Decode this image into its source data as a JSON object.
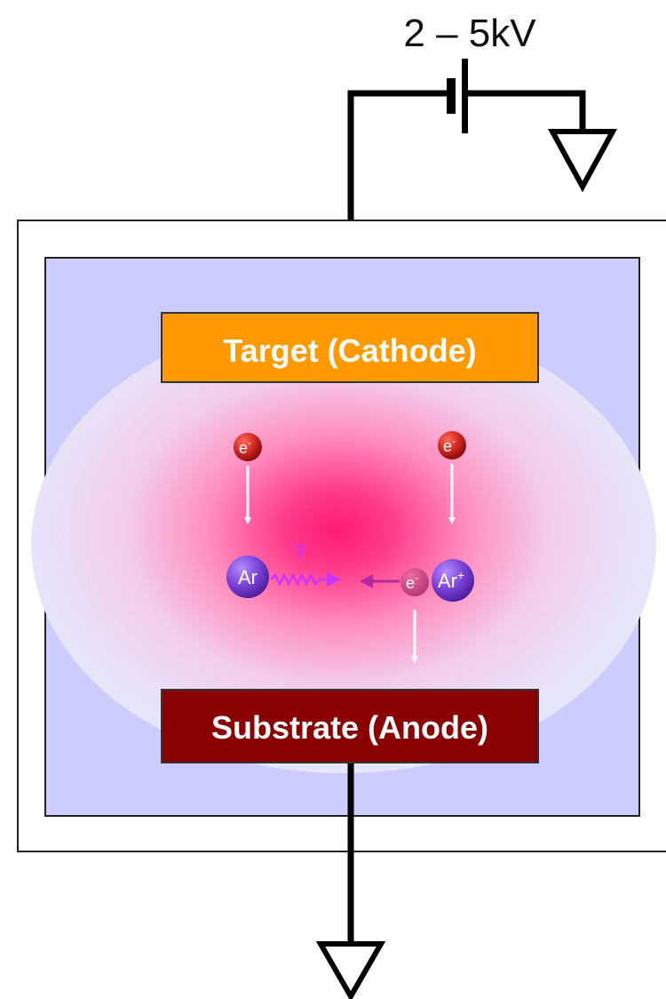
{
  "voltage": {
    "label": "2 – 5kV"
  },
  "target": {
    "label": "Target (Cathode)"
  },
  "substrate": {
    "label": "Substrate (Anode)"
  },
  "particles": {
    "electron": {
      "symbol": "e",
      "charge": "-"
    },
    "argon": {
      "symbol": "Ar"
    },
    "argon_ion": {
      "symbol": "Ar",
      "charge": "+"
    },
    "photon": {
      "symbol": "γ"
    }
  },
  "colors": {
    "target_fill": "#ff9900",
    "substrate_fill": "#8b0000",
    "chamber_inner": "#ccccff",
    "plasma_core": "#ff1a75",
    "plasma_halo": "#e6e6fa",
    "electron": "#c0161d",
    "argon": "#7b3fc8",
    "photon": "#cc33ff",
    "wire": "#000000"
  }
}
